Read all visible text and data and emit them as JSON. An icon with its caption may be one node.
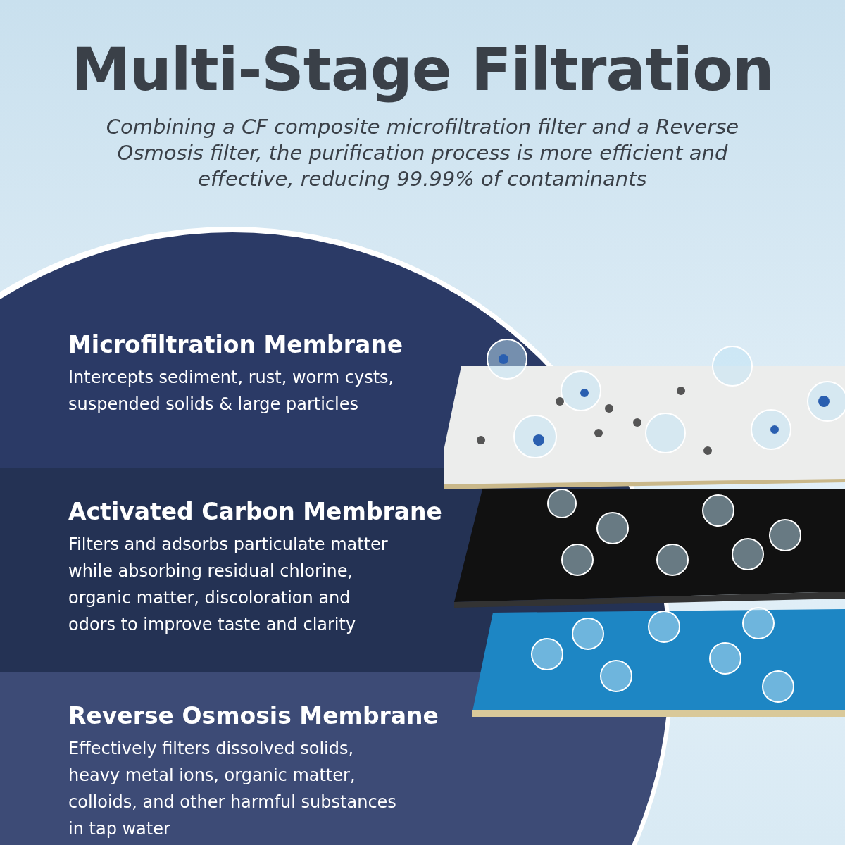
{
  "diagram": {
    "title": "Multi-Stage Filtration",
    "nodes": [
      {
        "text": [
          "Microfiltration Membrane",
          "Intercepts sediment, rust, worm cysts, suspended solids & large particles"
        ]
      },
      {
        "text": [
          "Activated Carbon Membrane",
          "Filters and adsorbs particulate matter while absorbing residual chlorine, organic matter, discoloration and odors to improve taste and clarity"
        ]
      },
      {
        "text": [
          "Reverse Osmosis Membrane",
          "Effectively filters dissolved solids, heavy metal ions, organic matter, colloids, and other harmful substances in tap water"
        ]
      }
    ],
    "labels": [
      "Combining a CF composite microfiltration filter and a Reverse Osmosis filter, the purification process is more efficient and effective, reducing 99.99% of contaminants"
    ]
  }
}
